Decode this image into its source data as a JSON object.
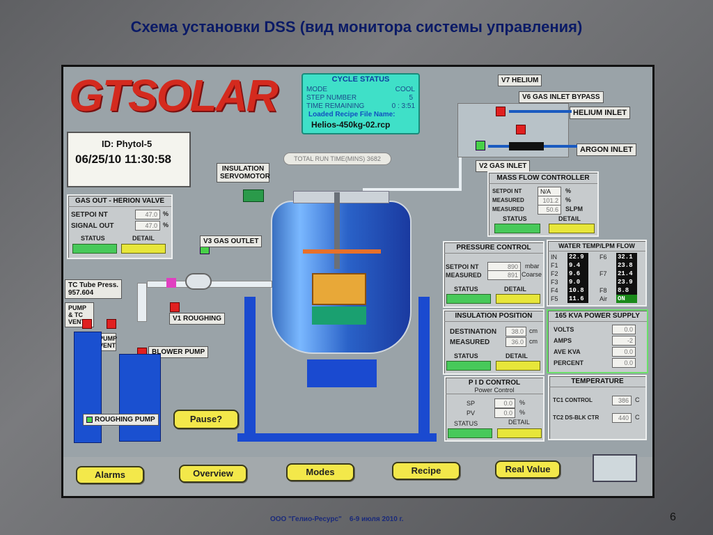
{
  "slide": {
    "title": "Схема установки DSS (вид монитора системы управления)",
    "footer": "ООО \"Гелио-Ресурс\"    6-9 июля 2010 г.",
    "page_number": "6"
  },
  "logo": {
    "text": "GTSOLAR"
  },
  "id_box": {
    "id_text": "ID: Phytol-5",
    "datetime": "06/25/10 11:30:58"
  },
  "cycle_status": {
    "title": "CYCLE STATUS",
    "mode_label": "MODE",
    "mode_value": "COOL",
    "step_label": "STEP NUMBER",
    "step_value": "5",
    "time_label": "TIME REMAINING",
    "time_value": "0 : 3:51",
    "recipe_label": "Loaded Recipe File Name:",
    "recipe_file": "Helios-450kg-02.rcp"
  },
  "run_time": "TOTAL RUN TIME(MINS) 3682",
  "valves": {
    "v7": "V7 HELIUM",
    "v6": "V6 GAS INLET BYPASS",
    "helium_inlet": "HELIUM INLET",
    "argon_inlet": "ARGON INLET",
    "v2": "V2 GAS INLET",
    "v3": "V3 GAS OUTLET",
    "v1": "V1 ROUGHING",
    "insulation_servo": "INSULATION SERVOMOTOR",
    "blower_pump": "BLOWER PUMP",
    "roughing_pump": "ROUGHING PUMP",
    "pump_vent": "PUMP VENT",
    "pump_tc_vent": "PUMP & TC VENT",
    "tc_tube_label": "TC Tube Press.",
    "tc_tube_value": "957.604"
  },
  "gas_out": {
    "title": "GAS OUT - HERION VALVE",
    "setpoint_label": "SETPOI NT",
    "setpoint_value": "47.0",
    "setpoint_unit": "%",
    "signal_label": "SIGNAL OUT",
    "signal_value": "47.0",
    "signal_unit": "%",
    "status_label": "STATUS",
    "detail_label": "DETAIL"
  },
  "mass_flow": {
    "title": "MASS FLOW CONTROLLER",
    "setpoint_label": "SETPOI NT",
    "setpoint_value": "N/A",
    "setpoint_unit": "%",
    "measured1_label": "MEASURED",
    "measured1_value": "101.2",
    "measured1_unit": "%",
    "measured2_label": "MEASURED",
    "measured2_value": "50.6",
    "measured2_unit": "SLPM",
    "status_label": "STATUS",
    "detail_label": "DETAIL"
  },
  "pressure": {
    "title": "PRESSURE CONTROL",
    "setpoint_label": "SETPOI NT",
    "setpoint_value": "890",
    "setpoint_unit": "mbar",
    "measured_label": "MEASURED",
    "measured_value": "891",
    "measured_unit": "Coarse",
    "status_label": "STATUS",
    "detail_label": "DETAIL"
  },
  "water": {
    "title": "WATER TEMP/LPM FLOW",
    "rows": [
      {
        "l1": "IN",
        "v1": "22.9",
        "l2": "F6",
        "v2": "32.1"
      },
      {
        "l1": "F1",
        "v1": "9.4",
        "l2": "",
        "v2": "23.8"
      },
      {
        "l1": "F2",
        "v1": "9.6",
        "l2": "F7",
        "v2": "21.4"
      },
      {
        "l1": "F3",
        "v1": "9.0",
        "l2": "",
        "v2": "23.9"
      },
      {
        "l1": "F4",
        "v1": "10.8",
        "l2": "F8",
        "v2": "8.8"
      },
      {
        "l1": "F5",
        "v1": "11.6",
        "l2": "Air",
        "v2": "ON"
      }
    ]
  },
  "insulation": {
    "title": "INSULATION POSITION",
    "dest_label": "DESTINATION",
    "dest_value": "38.0",
    "dest_unit": "cm",
    "meas_label": "MEASURED",
    "meas_value": "36.0",
    "meas_unit": "cm",
    "status_label": "STATUS",
    "detail_label": "DETAIL"
  },
  "power": {
    "title": "165 KVA POWER SUPPLY",
    "volts_label": "VOLTS",
    "volts_value": "0.0",
    "amps_label": "AMPS",
    "amps_value": "-2",
    "kva_label": "AVE KVA",
    "kva_value": "0.0",
    "percent_label": "PERCENT",
    "percent_value": "0.0"
  },
  "pid": {
    "title": "P I D  CONTROL",
    "subtitle": "Power Control",
    "sp_label": "SP",
    "sp_value": "0.0",
    "sp_unit": "%",
    "pv_label": "PV",
    "pv_value": "0.0",
    "pv_unit": "%",
    "status_label": "STATUS",
    "detail_label": "DETAIL"
  },
  "temperature": {
    "title": "TEMPERATURE",
    "tc1_label": "TC1 CONTROL",
    "tc1_value": "386",
    "tc1_unit": "C",
    "tc2_label": "TC2 DS-BLK CTR",
    "tc2_value": "440",
    "tc2_unit": "C"
  },
  "pause_button": "Pause?",
  "nav": {
    "alarms": "Alarms",
    "overview": "Overview",
    "modes": "Modes",
    "recipe": "Recipe",
    "real_value": "Real Value"
  },
  "colors": {
    "accent_red": "#e02020",
    "status_green": "#47c95a",
    "detail_yellow": "#e7e63a",
    "cycle_bg": "#3fe0c8",
    "vessel_blue": "#2a6ad0"
  }
}
